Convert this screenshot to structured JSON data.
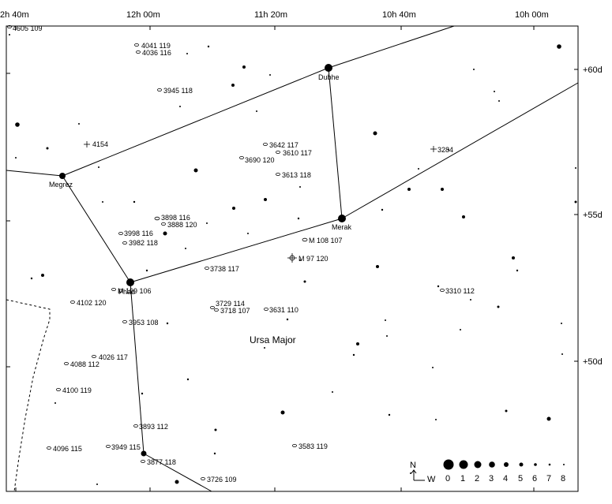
{
  "map": {
    "constellation": "Ursa Major",
    "ra_labels": [
      "2h 40m",
      "12h 00m",
      "11h 20m",
      "10h 40m",
      "10h 00m"
    ],
    "dec_labels": [
      "+60d",
      "+55d",
      "+50d"
    ],
    "named_stars": [
      "Dubhe",
      "Merak",
      "Megrez",
      "Phad"
    ],
    "deep_sky_objects": [
      "4605 109",
      "4041 119",
      "4036 116",
      "3945 118",
      "4154",
      "3642 117",
      "3610 117",
      "3690 120",
      "3613 118",
      "3284",
      "3898 116",
      "3888 120",
      "3998 116",
      "3982 118",
      "M 108 107",
      "M 97 120",
      "3738 117",
      "M 109 106",
      "4102 120",
      "3729 114",
      "3718 107",
      "3631 110",
      "3310 112",
      "3953 108",
      "4026 117",
      "4088 112",
      "4100 119",
      "3893 112",
      "4096 115",
      "3949 115",
      "3877 118",
      "3583 119",
      "3726 109"
    ],
    "legend": {
      "compass_north": "N",
      "compass_west": "W",
      "magnitudes": [
        "0",
        "1",
        "2",
        "3",
        "4",
        "5",
        "6",
        "7",
        "8"
      ]
    }
  }
}
